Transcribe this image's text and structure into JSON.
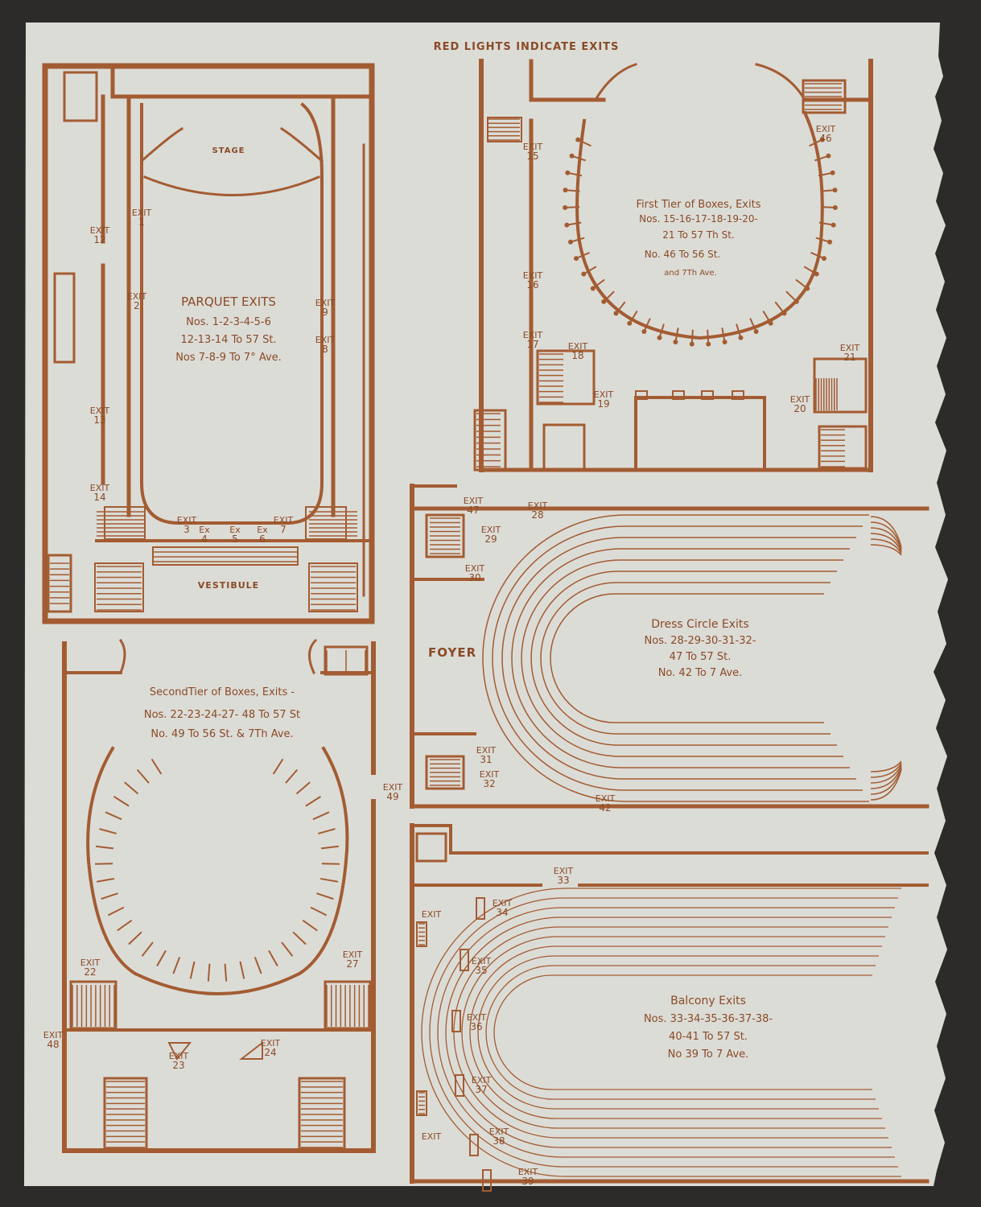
{
  "header": "RED LIGHTS INDICATE EXITS",
  "colors": {
    "paper": "#dcdcd7",
    "ink": "#a35c32",
    "background": "#2c2b29"
  },
  "parquet": {
    "stage": "STAGE",
    "vestibule": "VESTIBULE",
    "title": "PARQUET EXITS",
    "lines": [
      "Nos. 1-2-3-4-5-6",
      "12-13-14 To 57 St.",
      "Nos 7-8-9 To 7° Ave."
    ],
    "exits": [
      {
        "w": "EXIT",
        "n": "1"
      },
      {
        "w": "EXIT",
        "n": "2"
      },
      {
        "w": "EXIT",
        "n": "3"
      },
      {
        "w": "Ex",
        "n": "4"
      },
      {
        "w": "Ex",
        "n": "5"
      },
      {
        "w": "Ex",
        "n": "6"
      },
      {
        "w": "EXIT",
        "n": "7"
      },
      {
        "w": "EXIT",
        "n": "8"
      },
      {
        "w": "EXIT",
        "n": "9"
      },
      {
        "w": "EXIT",
        "n": "12"
      },
      {
        "w": "EXIT",
        "n": "13"
      },
      {
        "w": "EXIT",
        "n": "14"
      }
    ]
  },
  "first_tier": {
    "lines": [
      "First Tier of Boxes, Exits",
      "Nos. 15-16-17-18-19-20-",
      "21 To 57 Th St.",
      "No. 46 To 56 St.",
      "and 7Th Ave."
    ],
    "exits": [
      {
        "w": "EXIT",
        "n": "15"
      },
      {
        "w": "EXIT",
        "n": "16"
      },
      {
        "w": "EXIT",
        "n": "17"
      },
      {
        "w": "EXIT",
        "n": "18"
      },
      {
        "w": "EXIT",
        "n": "19"
      },
      {
        "w": "EXIT",
        "n": "20"
      },
      {
        "w": "EXIT",
        "n": "21"
      },
      {
        "w": "EXIT",
        "n": "46"
      }
    ]
  },
  "dress_circle": {
    "foyer": "FOYER",
    "lines": [
      "Dress Circle Exits",
      "Nos. 28-29-30-31-32-",
      "47 To 57 St.",
      "No. 42 To 7 Ave."
    ],
    "exits": [
      {
        "w": "EXIT",
        "n": "47"
      },
      {
        "w": "EXIT",
        "n": "28"
      },
      {
        "w": "EXIT",
        "n": "29"
      },
      {
        "w": "EXIT",
        "n": "30"
      },
      {
        "w": "EXIT",
        "n": "31"
      },
      {
        "w": "EXIT",
        "n": "32"
      },
      {
        "w": "EXIT",
        "n": "42"
      }
    ]
  },
  "second_tier": {
    "lines": [
      "SecondTier of Boxes, Exits -",
      "Nos. 22-23-24-27- 48 To 57 St",
      "No. 49 To 56 St. & 7Th Ave."
    ],
    "exits": [
      {
        "w": "EXIT",
        "n": "49"
      },
      {
        "w": "EXIT",
        "n": "22"
      },
      {
        "w": "EXIT",
        "n": "27"
      },
      {
        "w": "EXIT",
        "n": "48"
      },
      {
        "w": "EXIT",
        "n": "23"
      },
      {
        "w": "EXIT",
        "n": "24"
      }
    ]
  },
  "balcony": {
    "lines": [
      "Balcony Exits",
      "Nos. 33-34-35-36-37-38-",
      "40-41 To 57 St.",
      "No 39 To 7 Ave."
    ],
    "exits": [
      {
        "w": "EXIT",
        "n": "33"
      },
      {
        "w": "EXIT",
        "n": "34"
      },
      {
        "w": "EXIT",
        "n": "35"
      },
      {
        "w": "EXIT",
        "n": "36"
      },
      {
        "w": "EXIT",
        "n": "37"
      },
      {
        "w": "EXIT",
        "n": "38"
      },
      {
        "w": "EXIT",
        "n": "39"
      },
      {
        "w": "EXIT",
        "n": ""
      },
      {
        "w": "EXIT",
        "n": ""
      }
    ]
  }
}
